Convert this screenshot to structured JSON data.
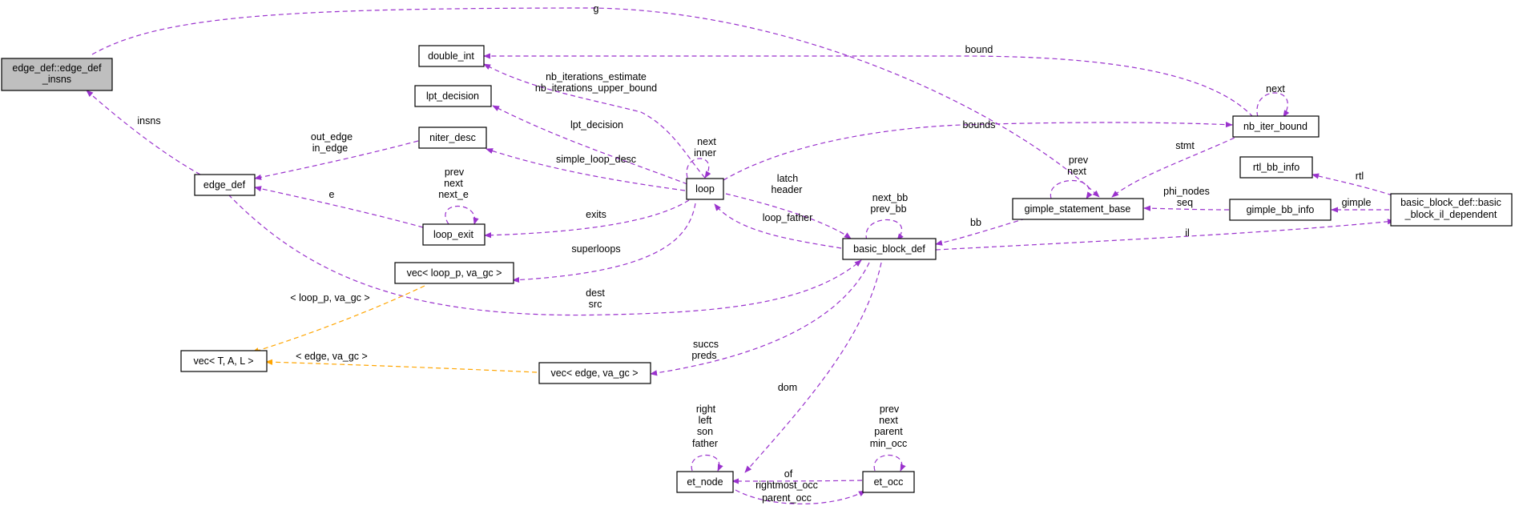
{
  "colors": {
    "member_edge": "#9a32cd",
    "template_edge": "#ffa500",
    "root_fill": "#bfbfbf",
    "node_fill": "#ffffff"
  },
  "nodes": {
    "edge_def_insns": [
      "edge_def::edge_def",
      "_insns"
    ],
    "edge_def": [
      "edge_def"
    ],
    "double_int": [
      "double_int"
    ],
    "lpt_decision": [
      "lpt_decision"
    ],
    "niter_desc": [
      "niter_desc"
    ],
    "loop_exit": [
      "loop_exit"
    ],
    "loop": [
      "loop"
    ],
    "vec_loop_p": [
      "vec< loop_p, va_gc >"
    ],
    "vec_T": [
      "vec< T, A, L >"
    ],
    "vec_edge": [
      "vec< edge, va_gc >"
    ],
    "basic_block_def": [
      "basic_block_def"
    ],
    "et_node": [
      "et_node"
    ],
    "et_occ": [
      "et_occ"
    ],
    "gimple_statement_base": [
      "gimple_statement_base"
    ],
    "nb_iter_bound": [
      "nb_iter_bound"
    ],
    "rtl_bb_info": [
      "rtl_bb_info"
    ],
    "gimple_bb_info": [
      "gimple_bb_info"
    ],
    "bb_il_dependent": [
      "basic_block_def::basic",
      "_block_il_dependent"
    ]
  },
  "edge_labels": {
    "g": [
      "g"
    ],
    "insns": [
      "insns"
    ],
    "out_in_edge": [
      "out_edge",
      "in_edge"
    ],
    "e": [
      "e"
    ],
    "loop_exit_self": [
      "prev",
      "next",
      "next_e"
    ],
    "nb_iter": [
      "nb_iterations_estimate",
      "nb_iterations_upper_bound"
    ],
    "lpt_decision": [
      "lpt_decision"
    ],
    "simple_loop_desc": [
      "simple_loop_desc"
    ],
    "exits": [
      "exits"
    ],
    "superloops": [
      "superloops"
    ],
    "loop_self": [
      "next",
      "inner"
    ],
    "latch_header": [
      "latch",
      "header"
    ],
    "loop_father": [
      "loop_father"
    ],
    "loop_p_tmpl": [
      "< loop_p, va_gc >"
    ],
    "edge_tmpl": [
      "< edge, va_gc >"
    ],
    "dest_src": [
      "dest",
      "src"
    ],
    "succs_preds": [
      "succs",
      "preds"
    ],
    "bounds": [
      "bounds"
    ],
    "bound": [
      "bound"
    ],
    "nb_next": [
      "next"
    ],
    "stmt": [
      "stmt"
    ],
    "gsb_self": [
      "prev",
      "next"
    ],
    "bb_self": [
      "next_bb",
      "prev_bb"
    ],
    "bb": [
      "bb"
    ],
    "phi_seq": [
      "phi_nodes",
      "seq"
    ],
    "rtl": [
      "rtl"
    ],
    "gimple": [
      "gimple"
    ],
    "il": [
      "il"
    ],
    "dom": [
      "dom"
    ],
    "et_node_self": [
      "right",
      "left",
      "son",
      "father"
    ],
    "et_occ_self": [
      "prev",
      "next",
      "parent",
      "min_occ"
    ],
    "of_rightmost": [
      "of",
      "rightmost_occ"
    ],
    "parent_occ": [
      "parent_occ"
    ]
  }
}
